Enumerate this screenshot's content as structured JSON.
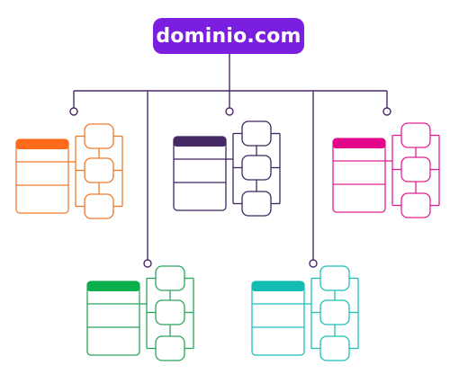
{
  "root": {
    "label": "dominio.com",
    "color": "#7a1fe0"
  },
  "connector_color": "#4a2a6b",
  "clusters": [
    {
      "name": "orange",
      "color": "#f07a2c",
      "header_color": "#ff6a1a"
    },
    {
      "name": "purple",
      "color": "#3d2560",
      "header_color": "#452965"
    },
    {
      "name": "magenta",
      "color": "#e0208f",
      "header_color": "#e3068c"
    },
    {
      "name": "green",
      "color": "#2aa55d",
      "header_color": "#0aae4a"
    },
    {
      "name": "teal",
      "color": "#1fbfb6",
      "header_color": "#13bcb2"
    }
  ]
}
